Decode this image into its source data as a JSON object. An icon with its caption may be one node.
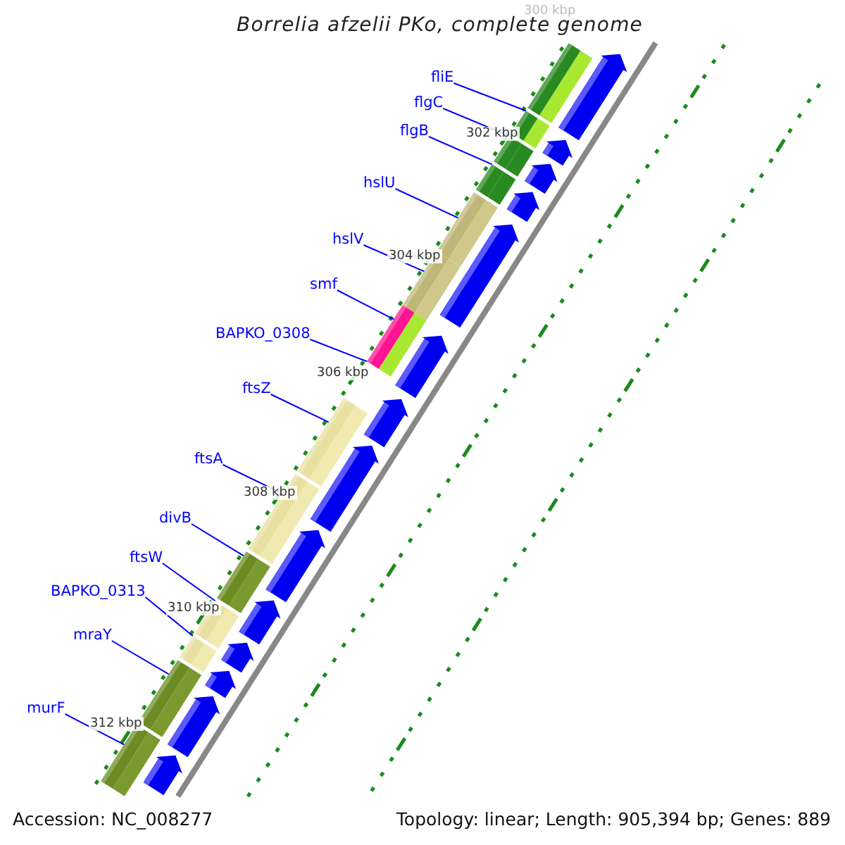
{
  "diagram": {
    "title": "Borrelia afzelii PKo, complete genome",
    "nodes": [
      {
        "text": [
          "fliE"
        ]
      },
      {
        "text": [
          "flgC"
        ]
      },
      {
        "text": [
          "flgB"
        ]
      },
      {
        "text": [
          "hslU"
        ]
      },
      {
        "text": [
          "hslV"
        ]
      },
      {
        "text": [
          "smf"
        ]
      },
      {
        "text": [
          "BAPKO_0308"
        ]
      },
      {
        "text": [
          "ftsZ"
        ]
      },
      {
        "text": [
          "ftsA"
        ]
      },
      {
        "text": [
          "divB"
        ]
      },
      {
        "text": [
          "ftsW"
        ]
      },
      {
        "text": [
          "BAPKO_0313"
        ]
      },
      {
        "text": [
          "mraY"
        ]
      },
      {
        "text": [
          "murF"
        ]
      },
      {
        "text": [],
        "shape": "bar"
      },
      {
        "text": [],
        "shape": "bar"
      },
      {
        "text": [],
        "shape": "bar"
      },
      {
        "text": [],
        "shape": "bar"
      },
      {
        "text": [],
        "shape": "bar"
      },
      {
        "text": [],
        "shape": "bar"
      },
      {
        "text": [],
        "shape": "bar"
      },
      {
        "text": [],
        "shape": "bar"
      },
      {
        "text": [],
        "shape": "bar"
      },
      {
        "text": [],
        "shape": "bar"
      },
      {
        "text": [],
        "shape": "bar"
      },
      {
        "text": [],
        "shape": "bar"
      },
      {
        "text": [],
        "shape": "bar"
      },
      {
        "text": [],
        "shape": "bar"
      },
      {
        "text": [],
        "shape": "arrow"
      },
      {
        "text": [],
        "shape": "arrow"
      },
      {
        "text": [],
        "shape": "arrow"
      },
      {
        "text": [],
        "shape": "arrow"
      },
      {
        "text": [],
        "shape": "arrow"
      },
      {
        "text": [],
        "shape": "arrow"
      },
      {
        "text": [],
        "shape": "arrow"
      },
      {
        "text": [],
        "shape": "arrow"
      },
      {
        "text": [],
        "shape": "arrow"
      },
      {
        "text": [],
        "shape": "arrow"
      },
      {
        "text": [],
        "shape": "arrow"
      },
      {
        "text": [],
        "shape": "arrow"
      },
      {
        "text": [],
        "shape": "arrow"
      },
      {
        "text": [],
        "shape": "arrow"
      }
    ],
    "edges": [
      {
        "from": 0,
        "to": 15,
        "arrow": "none"
      },
      {
        "from": 1,
        "to": 16,
        "arrow": "none"
      },
      {
        "from": 2,
        "to": 17,
        "arrow": "none"
      },
      {
        "from": 3,
        "to": 18,
        "arrow": "none"
      },
      {
        "from": 4,
        "to": 19,
        "arrow": "none"
      },
      {
        "from": 5,
        "to": 20,
        "arrow": "none"
      },
      {
        "from": 6,
        "to": 20,
        "arrow": "none"
      },
      {
        "from": 7,
        "to": 21,
        "arrow": "none"
      },
      {
        "from": 8,
        "to": 22,
        "arrow": "none"
      },
      {
        "from": 9,
        "to": 23,
        "arrow": "none"
      },
      {
        "from": 10,
        "to": 24,
        "arrow": "none"
      },
      {
        "from": 11,
        "to": 25,
        "arrow": "none"
      },
      {
        "from": 12,
        "to": 26,
        "arrow": "none"
      },
      {
        "from": 13,
        "to": 27,
        "arrow": "none"
      }
    ],
    "labels": [
      "300 kbp",
      "302 kbp",
      "304 kbp",
      "306 kbp",
      "308 kbp",
      "310 kbp",
      "312 kbp",
      "Accession: NC_008277",
      "Topology: linear; Length: 905,394 bp; Genes: 889"
    ]
  }
}
